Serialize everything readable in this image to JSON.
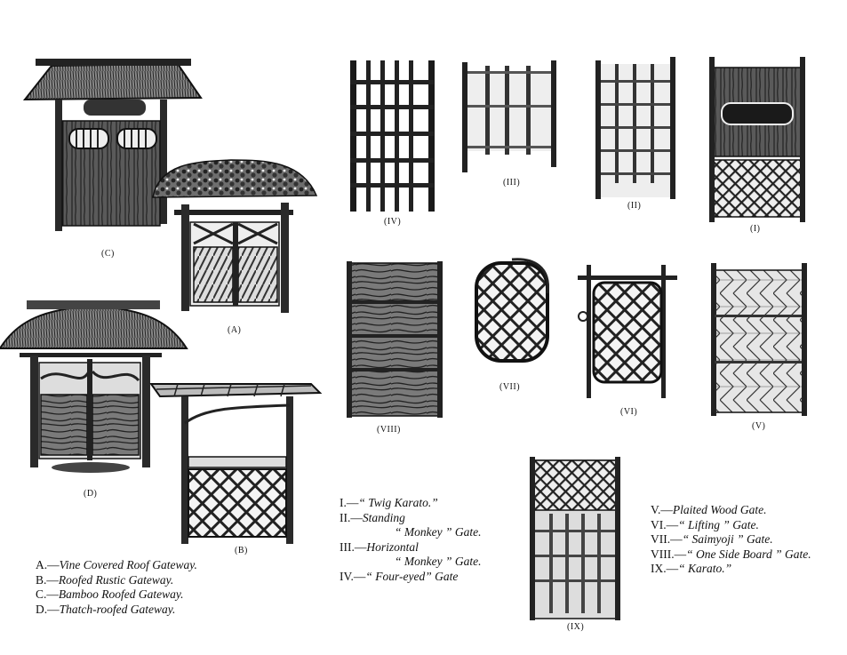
{
  "figure_labels": {
    "A": "(A)",
    "B": "(B)",
    "C": "(C)",
    "D": "(D)",
    "I": "(I)",
    "II": "(II)",
    "III": "(III)",
    "IV": "(IV)",
    "V": "(V)",
    "VI": "(VI)",
    "VII": "(VII)",
    "VIII": "(VIII)",
    "IX": "(IX)"
  },
  "legend_left": [
    {
      "key": "A.—",
      "text": "Vine Covered Roof Gateway."
    },
    {
      "key": "B.—",
      "text": "Roofed Rustic Gateway."
    },
    {
      "key": "C.—",
      "text": "Bamboo Roofed Gateway."
    },
    {
      "key": "D.—",
      "text": "Thatch-roofed Gateway."
    }
  ],
  "legend_middle": [
    {
      "key": "I.—",
      "text": "“ Twig Karato.”"
    },
    {
      "key": "II.—",
      "text": "Standing"
    },
    {
      "key": "",
      "text": "“ Monkey ” Gate."
    },
    {
      "key": "III.—",
      "text": "Horizontal"
    },
    {
      "key": "",
      "text": "“ Monkey ” Gate."
    },
    {
      "key": "IV.—",
      "text": "“ Four-eyed” Gate"
    }
  ],
  "legend_right": [
    {
      "key": "V.—",
      "text": "Plaited Wood Gate."
    },
    {
      "key": "VI.—",
      "text": "“ Lifting ” Gate."
    },
    {
      "key": "VII.—",
      "text": "“ Saimyoji ” Gate."
    },
    {
      "key": "VIII.—",
      "text": "“ One Side Board ” Gate."
    },
    {
      "key": "IX.—",
      "text": "“ Karato.”"
    }
  ]
}
